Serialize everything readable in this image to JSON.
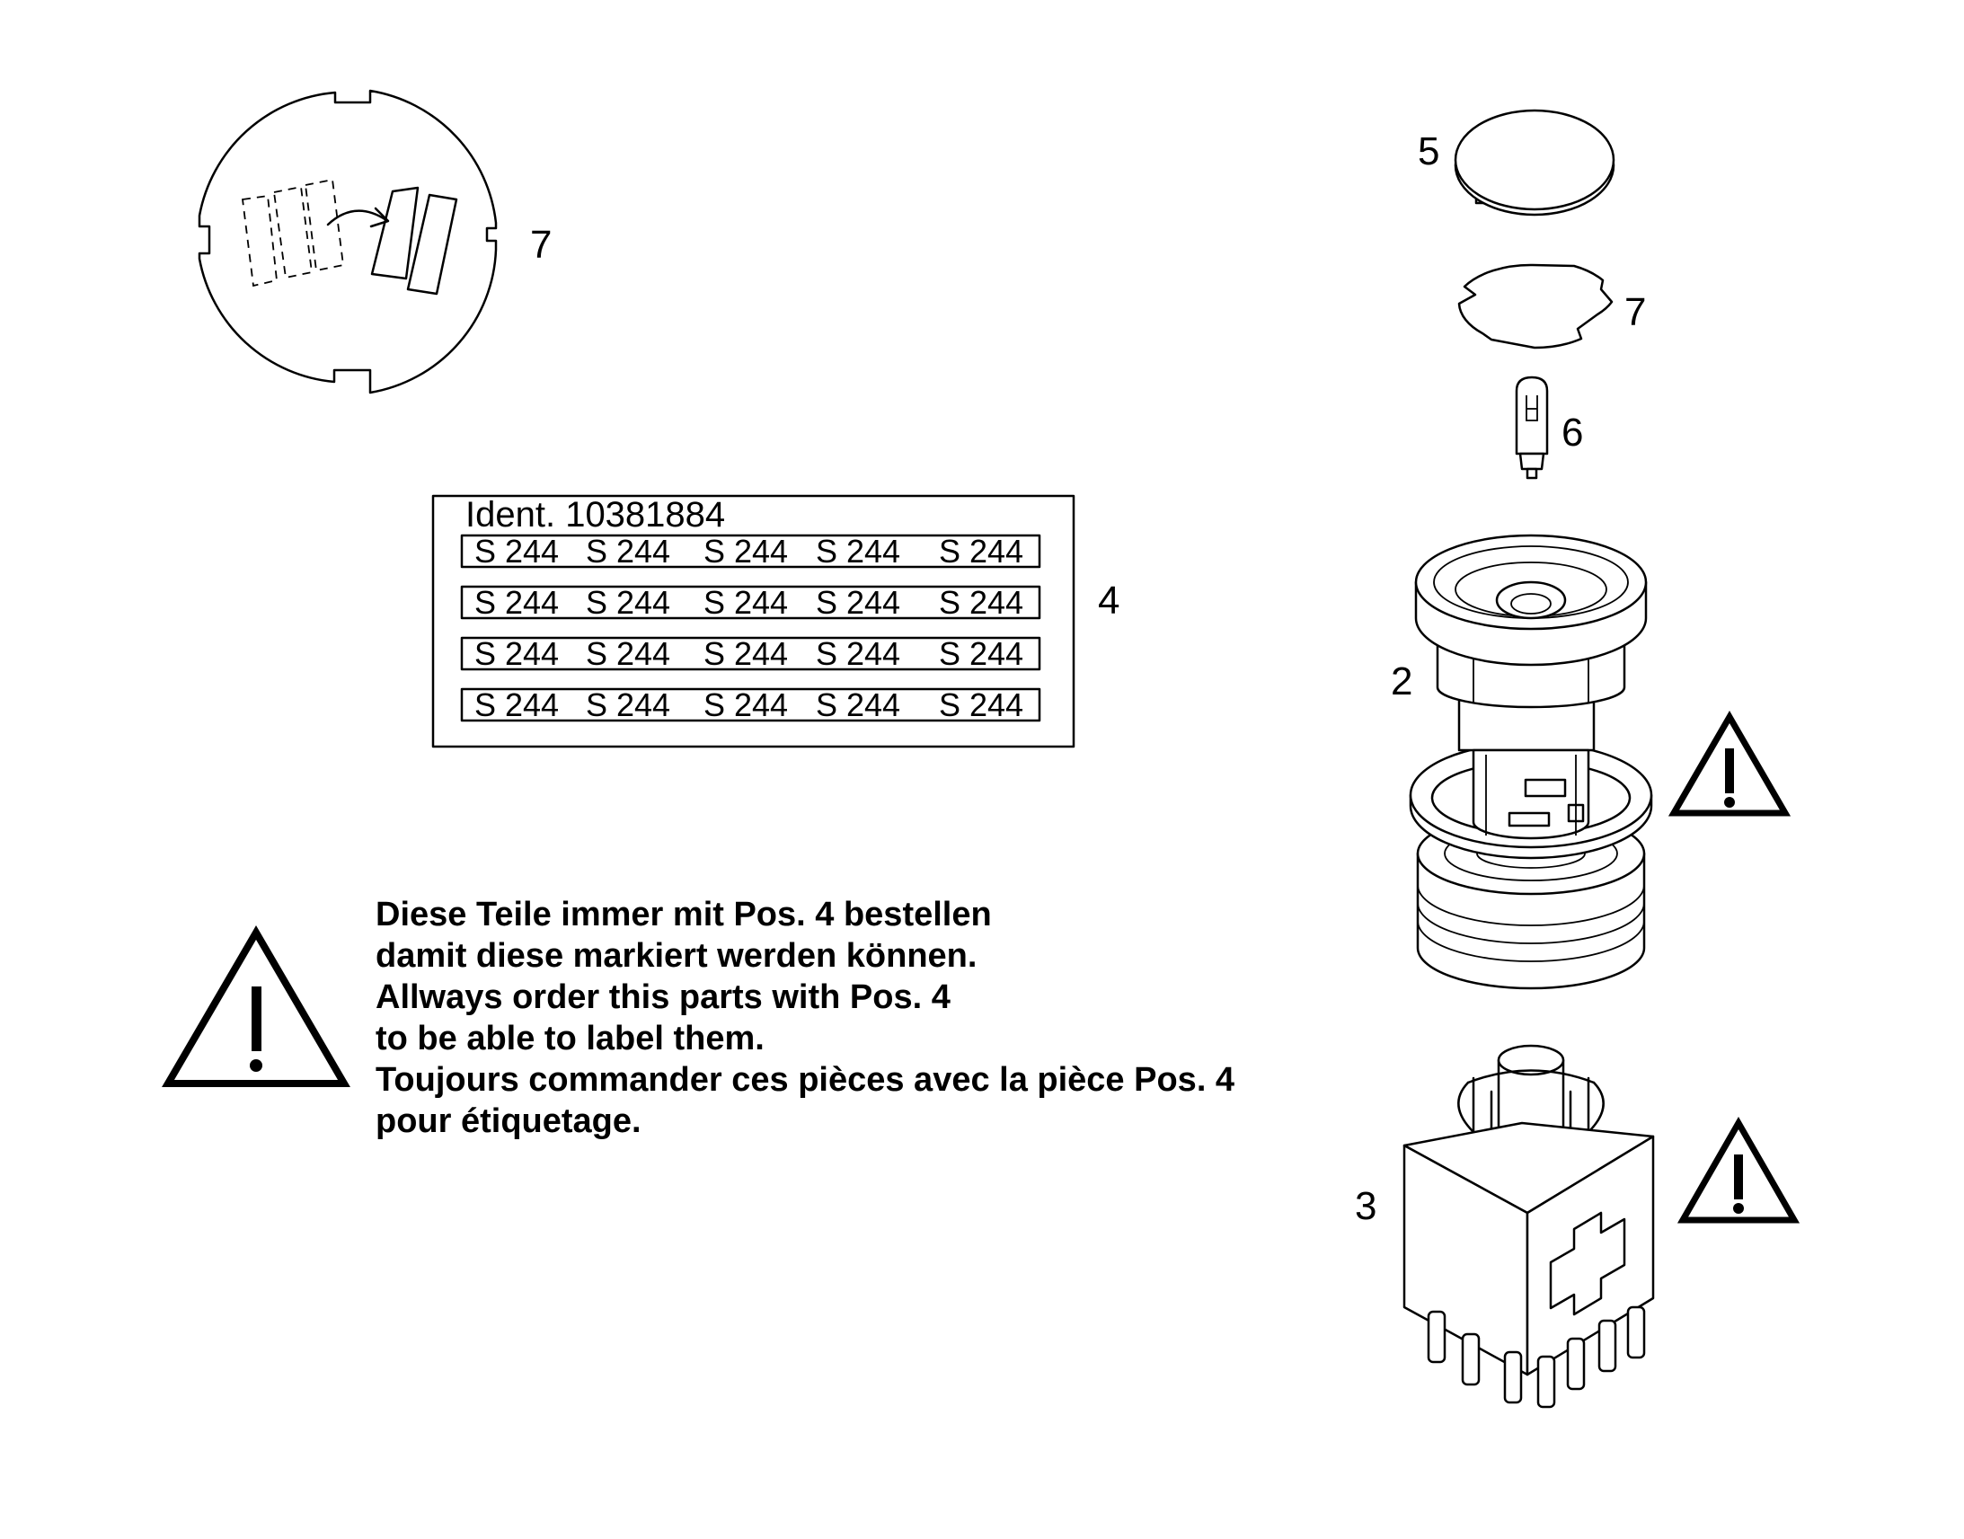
{
  "position_labels": {
    "pos7_disc": "7",
    "pos5": "5",
    "pos7": "7",
    "pos6": "6",
    "pos4": "4",
    "pos2": "2",
    "pos3": "3"
  },
  "label_sheet": {
    "ident": "Ident. 10381884",
    "rows": [
      [
        "S 244",
        "S 244",
        "S 244",
        "S 244",
        "S 244"
      ],
      [
        "S 244",
        "S 244",
        "S 244",
        "S 244",
        "S 244"
      ],
      [
        "S 244",
        "S 244",
        "S 244",
        "S 244",
        "S 244"
      ],
      [
        "S 244",
        "S 244",
        "S 244",
        "S 244",
        "S 244"
      ]
    ]
  },
  "note": {
    "lines": [
      "Diese Teile immer mit Pos. 4 bestellen",
      "damit diese markiert werden können.",
      "Allways order this parts with Pos. 4",
      "to be able to label them.",
      "Toujours commander ces pièces avec la pièce Pos. 4",
      "pour étiquetage."
    ]
  },
  "icons": [
    "warning-triangle-icon",
    "warning-triangle-icon",
    "warning-triangle-icon"
  ]
}
